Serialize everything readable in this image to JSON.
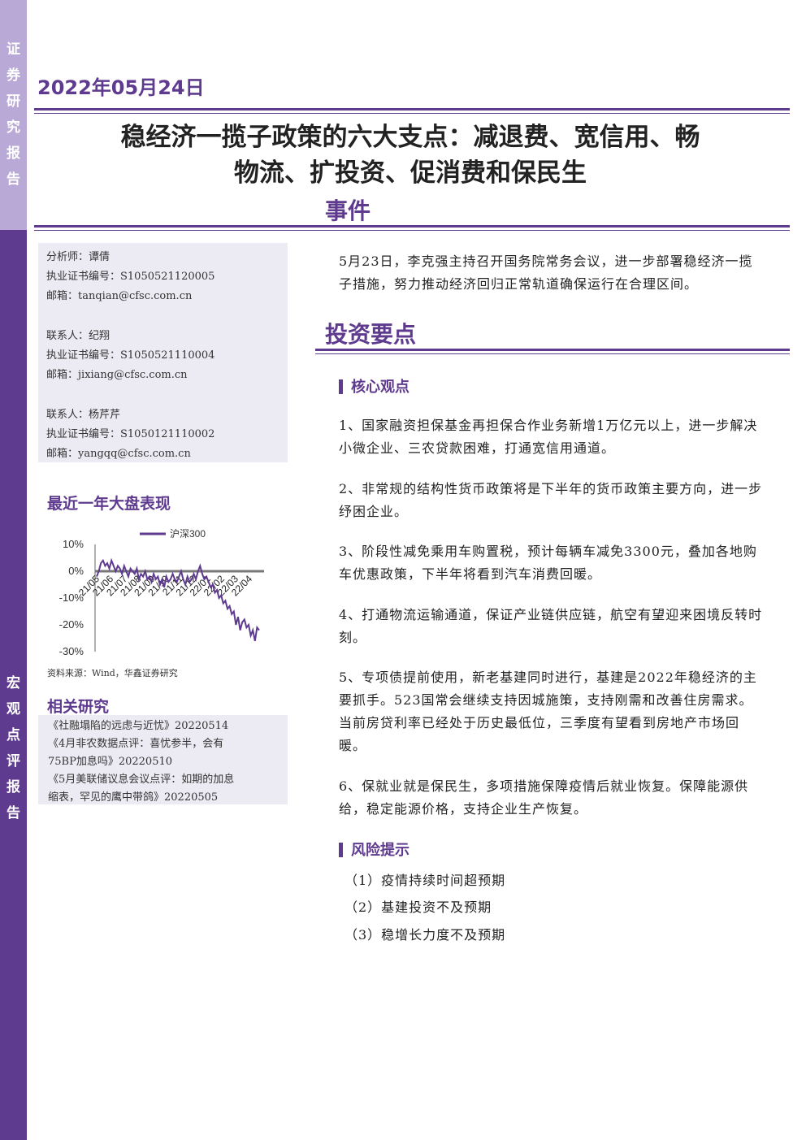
{
  "sidebar": {
    "top_label": [
      "证",
      "券",
      "研",
      "究",
      "报",
      "告"
    ],
    "bottom_label": [
      "宏",
      "观",
      "点",
      "评",
      "报",
      "告"
    ]
  },
  "header": {
    "date": "2022年05月24日",
    "title_line1": "稳经济一揽子政策的六大支点：减退费、宽信用、畅",
    "title_line2": "物流、扩投资、促消费和保民生"
  },
  "analysts": [
    {
      "line1": "分析师：谭倩",
      "line2": "执业证书编号：S1050521120005",
      "line3": "邮箱：tanqian@cfsc.com.cn"
    },
    {
      "line1": "联系人：纪翔",
      "line2": "执业证书编号：S1050521110004",
      "line3": "邮箱：jixiang@cfsc.com.cn"
    },
    {
      "line1": "联系人：杨芹芹",
      "line2": "执业证书编号：S1050121110002",
      "line3": "邮箱：yangqq@cfsc.com.cn"
    }
  ],
  "market": {
    "heading": "最近一年大盘表现",
    "source": "资料来源：Wind，华鑫证券研究"
  },
  "chart_data": {
    "type": "line",
    "series": [
      {
        "name": "沪深300",
        "color": "#5f3b8f",
        "values": [
          -2,
          0,
          3,
          4,
          2,
          3,
          1,
          4,
          2,
          0,
          2,
          1,
          -1,
          2,
          0,
          -2,
          1,
          0,
          -1,
          1,
          -3,
          -1,
          -2,
          0,
          -3,
          -2,
          -4,
          -1,
          -3,
          -2,
          -5,
          -3,
          -6,
          -2,
          -4,
          -3,
          -1,
          -3,
          -4,
          -2,
          0,
          -3,
          -5,
          -2,
          -4,
          -3,
          -1,
          -3,
          0,
          2,
          -1,
          -3,
          -2,
          -4,
          -6,
          -5,
          -8,
          -7,
          -10,
          -9,
          -12,
          -11,
          -14,
          -13,
          -16,
          -15,
          -20,
          -17,
          -22,
          -19,
          -18,
          -21,
          -20,
          -24,
          -22,
          -26,
          -21,
          -22
        ]
      }
    ],
    "x_ticks": [
      "21/05",
      "21/06",
      "21/07",
      "21/08",
      "21/09",
      "21/10",
      "21/11",
      "21/12",
      "22/01",
      "22/02",
      "22/03",
      "22/04"
    ],
    "y_ticks": [
      "10%",
      "0%",
      "-10%",
      "-20%",
      "-30%"
    ],
    "ylim": [
      -30,
      10
    ],
    "legend_position": "top-right"
  },
  "related": {
    "heading": "相关研究",
    "lines": [
      "《社融塌陷的远虑与近忧》20220514",
      "《4月非农数据点评：喜忧参半，会有",
      "75BP加息吗》20220510",
      "《5月美联储议息会议点评：如期的加息",
      "缩表，罕见的鹰中带鸽》20220505"
    ]
  },
  "event": {
    "heading": "事件",
    "text": "5月23日，李克强主持召开国务院常务会议，进一步部署稳经济一揽子措施，努力推动经济回归正常轨道确保运行在合理区间。"
  },
  "invest": {
    "heading": "投资要点",
    "core_heading": "核心观点",
    "points": [
      "1、国家融资担保基金再担保合作业务新增1万亿元以上，进一步解决小微企业、三农贷款困难，打通宽信用通道。",
      "2、非常规的结构性货币政策将是下半年的货币政策主要方向，进一步纾困企业。",
      "3、阶段性减免乘用车购置税，预计每辆车减免3300元，叠加各地购车优惠政策，下半年将看到汽车消费回暖。",
      "4、打通物流运输通道，保证产业链供应链，航空有望迎来困境反转时刻。",
      "5、专项债提前使用，新老基建同时进行，基建是2022年稳经济的主要抓手。523国常会继续支持因城施策，支持刚需和改善住房需求。当前房贷利率已经处于历史最低位，三季度有望看到房地产市场回暖。",
      "6、保就业就是保民生，多项措施保障疫情后就业恢复。保障能源供给，稳定能源价格，支持企业生产恢复。"
    ],
    "risk_heading": "风险提示",
    "risks": [
      "（1）疫情持续时间超预期",
      "（2）基建投资不及预期",
      "（3）稳增长力度不及预期"
    ]
  }
}
